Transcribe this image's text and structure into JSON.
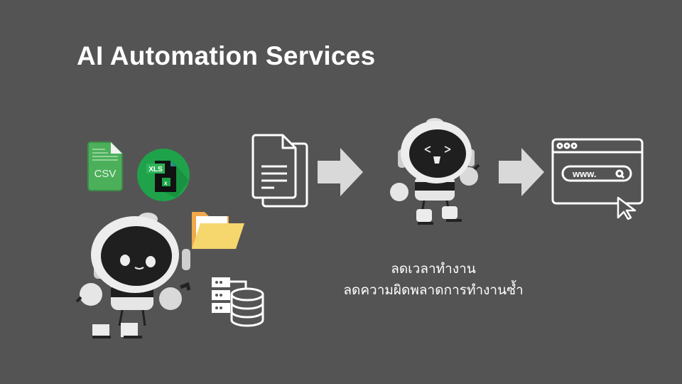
{
  "slide": {
    "title": "AI Automation Services",
    "background": "#545454"
  },
  "inputs": {
    "csv_icon": {
      "label": "CSV",
      "color": "#4caf5a"
    },
    "xls_icon": {
      "label": "XLS",
      "sublabel": "x",
      "color": "#1ea34a"
    },
    "folder_icon": {
      "color": "#f5d76e"
    },
    "database_icon": {
      "color": "#ffffff"
    }
  },
  "flow": {
    "document_icon": "document-icon",
    "arrow_color": "#d9d9d9",
    "browser": {
      "search_text": "www."
    }
  },
  "benefits": {
    "line1": "ลดเวลาทำงาน",
    "line2": "ลดความผิดพลาดการทำงานซ้ำ"
  }
}
